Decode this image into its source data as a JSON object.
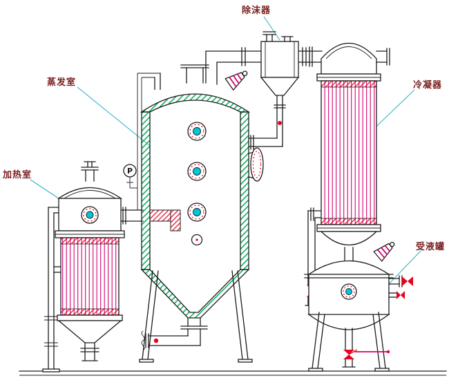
{
  "diagram": {
    "kind": "evaporator-system-engineering-drawing",
    "labels": {
      "demister": "除沫器",
      "evaporation_chamber": "蒸发室",
      "heating_chamber": "加热室",
      "condenser": "冷凝器",
      "receiving_tank": "受液罐"
    },
    "gauge_label": "P",
    "colors": {
      "line": "#1a1a1a",
      "background": "#ffffff",
      "label_text": "#7a1f1f",
      "leader_line": "#33b3c4",
      "wall_hatch": "#00a651",
      "tube_lines": "#d4006e",
      "detail_red": "#e8001c",
      "sight_glass": "#00c8d8"
    }
  }
}
